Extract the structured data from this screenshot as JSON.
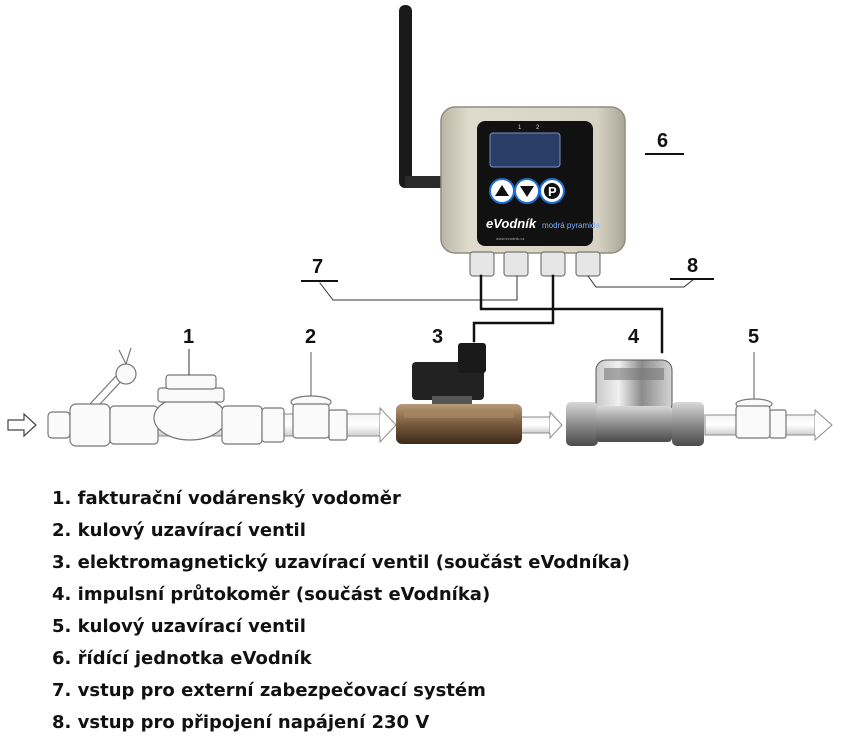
{
  "device": {
    "brand": "eVodník",
    "logo_text": "modrá pyramida",
    "display_marks": [
      "1",
      "2"
    ],
    "buttons": [
      "up",
      "down",
      "P"
    ],
    "button_label_p": "P",
    "small_text": "www.evodnik.cz"
  },
  "callouts": {
    "n1": "1",
    "n2": "2",
    "n3": "3",
    "n4": "4",
    "n5": "5",
    "n6": "6",
    "n7": "7",
    "n8": "8"
  },
  "legend": [
    {
      "num": "1.",
      "text": "fakturační vodárenský vodoměr"
    },
    {
      "num": "2.",
      "text": "kulový uzavírací ventil"
    },
    {
      "num": "3.",
      "text": "elektromagnetický uzavírací ventil (součást eVodníka)"
    },
    {
      "num": "4.",
      "text": "impulsní průtokoměr (součást eVodníka)"
    },
    {
      "num": "5.",
      "text": "kulový uzavírací ventil"
    },
    {
      "num": "6.",
      "text": "řídící jednotka eVodník"
    },
    {
      "num": "7.",
      "text": "vstup pro externí zabezpečovací systém"
    },
    {
      "num": "8.",
      "text": "vstup pro připojení napájení 230 V"
    }
  ],
  "colors": {
    "housing": "#c9c6b8",
    "panel": "#111111",
    "display": "#2a3d66",
    "button_blue": "#1e6fcf",
    "metal": "#9a9a9a",
    "brass": "#8a6a42"
  }
}
